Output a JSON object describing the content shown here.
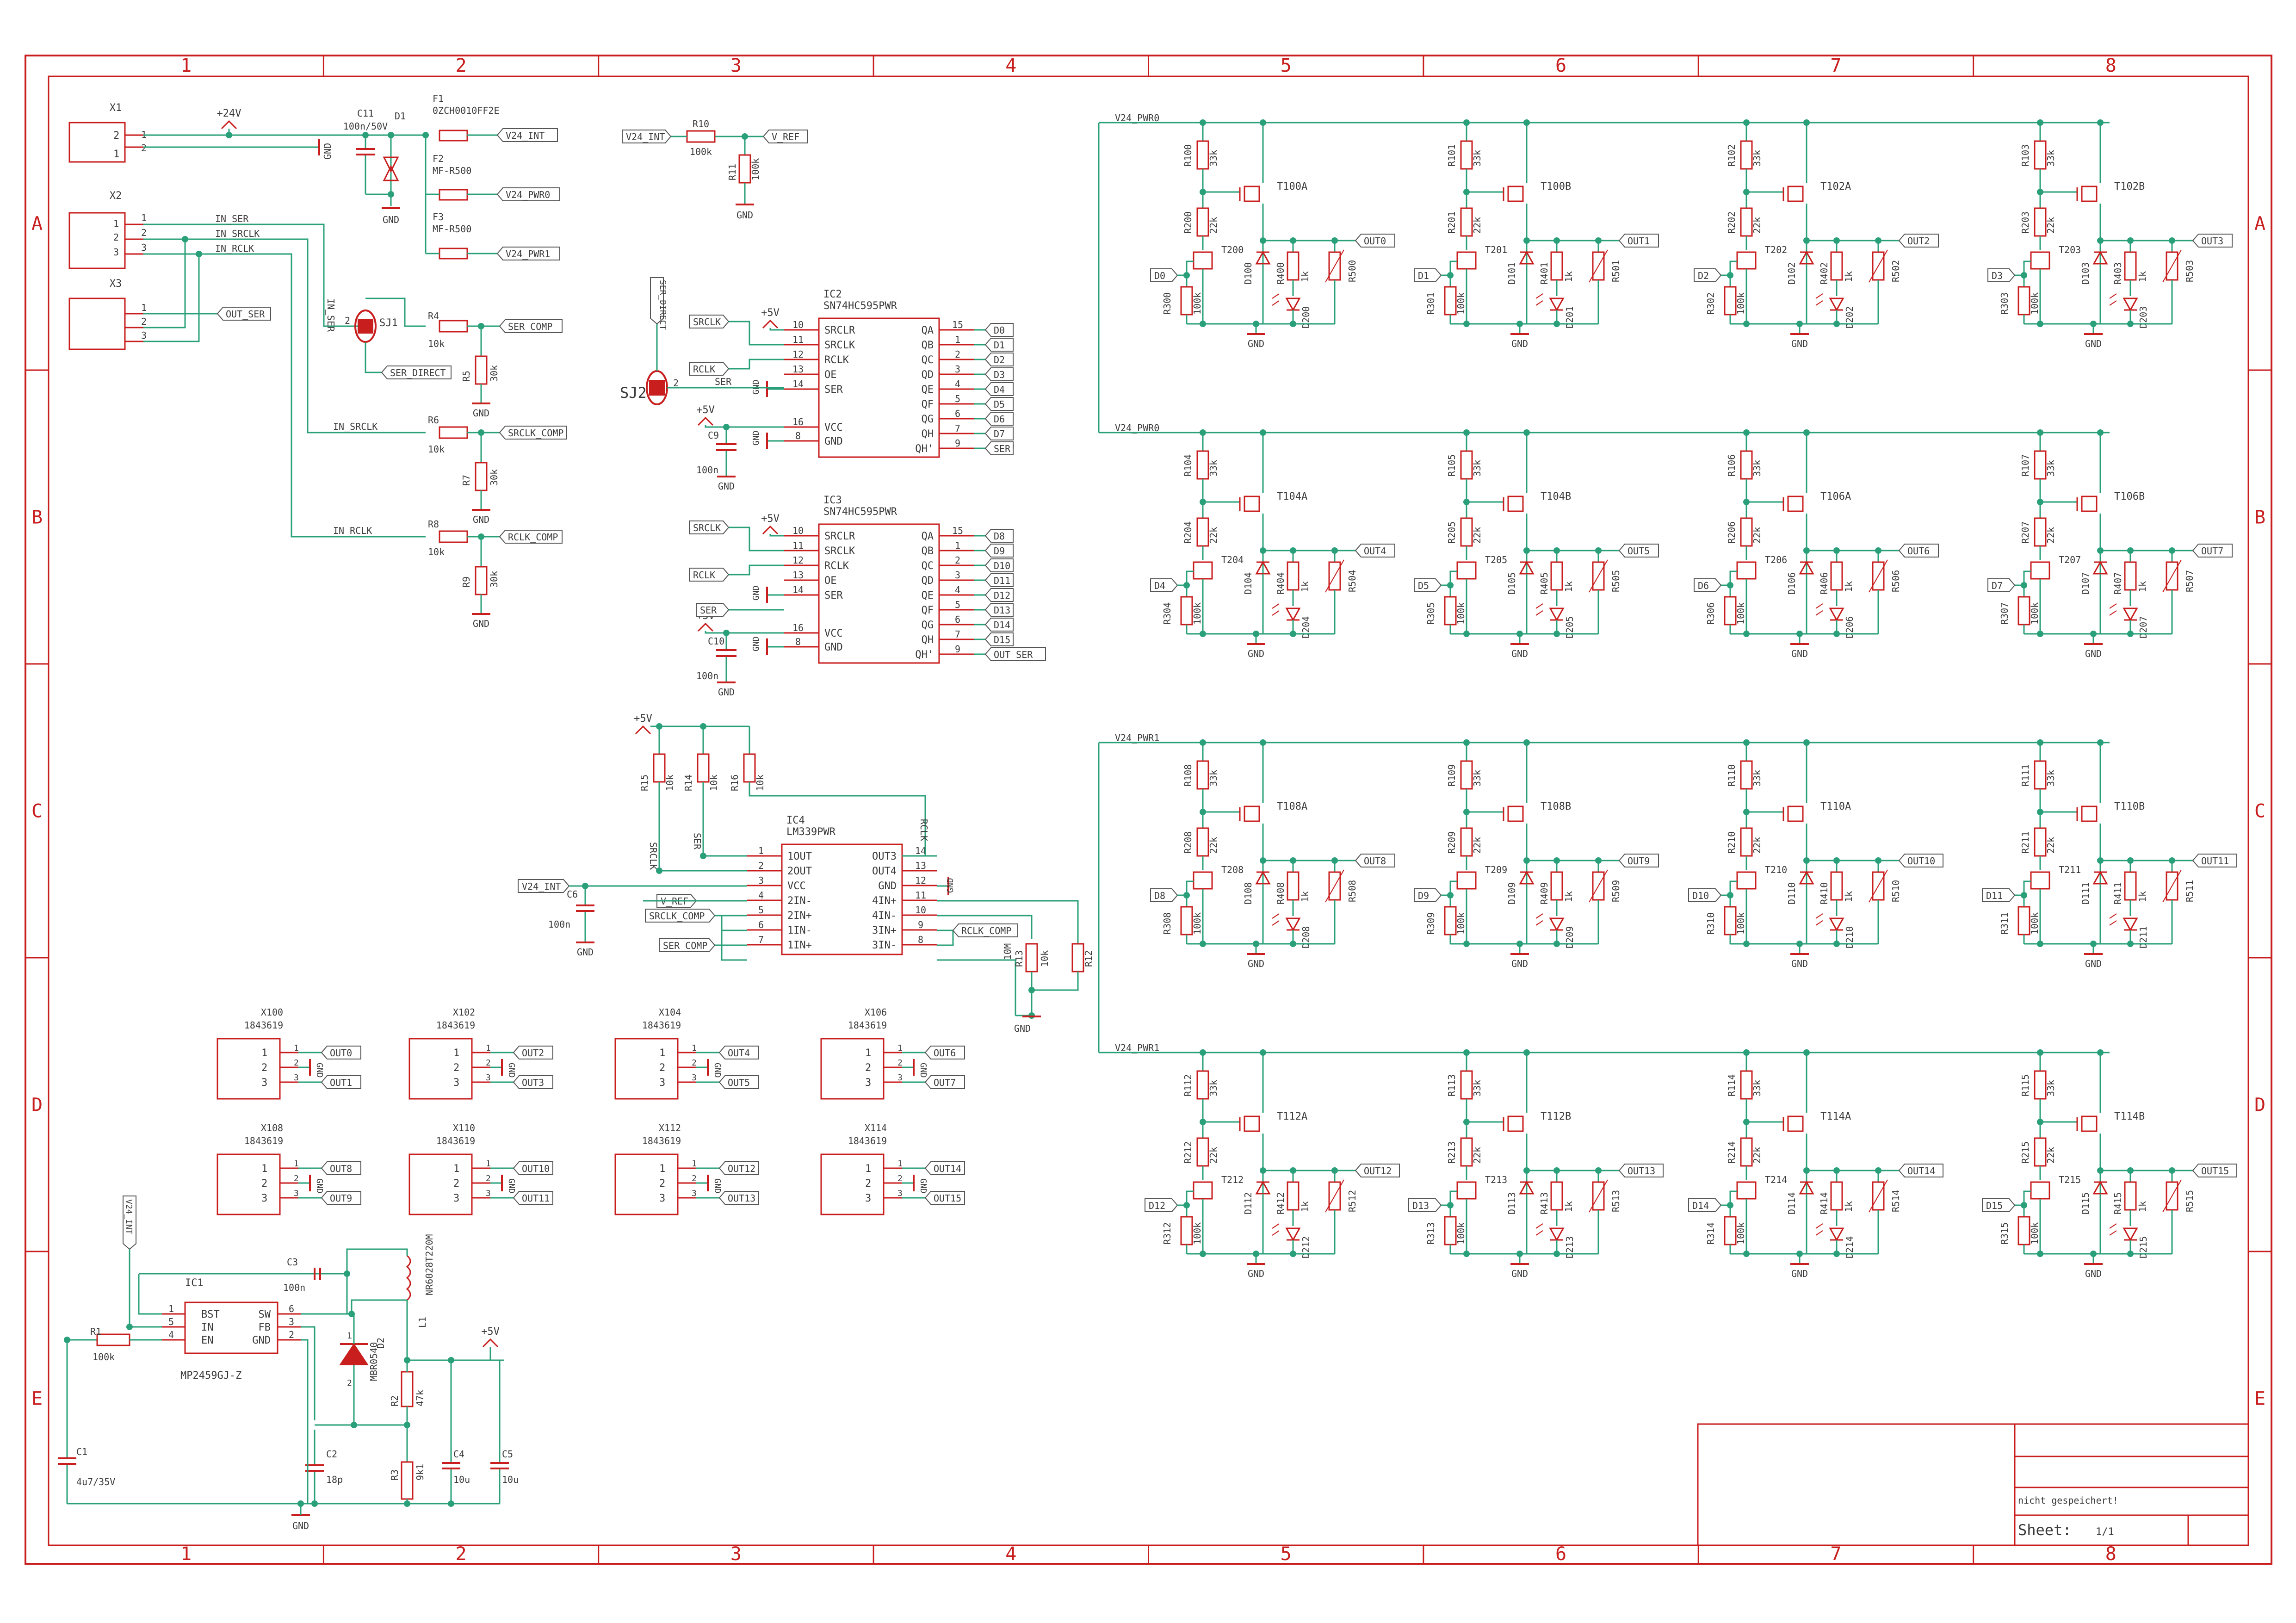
{
  "frame": {
    "columns": [
      "1",
      "2",
      "3",
      "4",
      "5",
      "6",
      "7",
      "8"
    ],
    "rows": [
      "A",
      "B",
      "C",
      "D",
      "E"
    ]
  },
  "title_block": {
    "status": "nicht gespeichert!",
    "sheet_label": "Sheet:",
    "sheet_value": "1/1"
  },
  "power_section": {
    "x1": "X1",
    "x2": "X2",
    "x3": "X3",
    "supply": "+24V",
    "c11": "C11",
    "c11_val": "100n/50V",
    "d1": "D1",
    "f1": "F1",
    "f1_val": "0ZCH0010FF2E",
    "f2": "F2",
    "f2_val": "MF-R500",
    "f3": "F3",
    "f3_val": "MF-R500",
    "net_int": "V24_INT",
    "net_pwr0": "V24_PWR0",
    "net_pwr1": "V24_PWR1",
    "gnd": "GND",
    "in_ser": "IN_SER",
    "in_srclk": "IN_SRCLK",
    "in_rclk": "IN_RCLK",
    "out_ser": "OUT_SER",
    "sj1": "SJ1",
    "sj2": "SJ2",
    "ser_direct": "SER_DIRECT",
    "r4": "R4",
    "r5": "R5",
    "r6": "R6",
    "r7": "R7",
    "r8": "R8",
    "r9": "R9",
    "v10k": "10k",
    "v30k": "30k",
    "ser_comp": "SER_COMP",
    "srclk_comp": "SRCLK_COMP",
    "rclk_comp": "RCLK_COMP",
    "r10": "R10",
    "r11": "R11",
    "v100k": "100k",
    "v_ref": "V_REF"
  },
  "shift_registers": {
    "ic2": "IC2",
    "ic3": "IC3",
    "part": "SN74HC595PWR",
    "left_pins": [
      {
        "num": "10",
        "name": "SRCLR"
      },
      {
        "num": "11",
        "name": "SRCLK"
      },
      {
        "num": "12",
        "name": "RCLK"
      },
      {
        "num": "13",
        "name": "OE"
      },
      {
        "num": "14",
        "name": "SER"
      }
    ],
    "right_pins": [
      {
        "num": "15",
        "name": "QA"
      },
      {
        "num": "1",
        "name": "QB"
      },
      {
        "num": "2",
        "name": "QC"
      },
      {
        "num": "3",
        "name": "QD"
      },
      {
        "num": "4",
        "name": "QE"
      },
      {
        "num": "5",
        "name": "QF"
      },
      {
        "num": "6",
        "name": "QG"
      },
      {
        "num": "7",
        "name": "QH"
      },
      {
        "num": "9",
        "name": "QH'"
      }
    ],
    "vcc": {
      "num": "16",
      "name": "VCC"
    },
    "gnd": {
      "num": "8",
      "name": "GND"
    },
    "ic2_outputs": [
      "D0",
      "D1",
      "D2",
      "D3",
      "D4",
      "D5",
      "D6",
      "D7",
      "SER'"
    ],
    "ic3_outputs": [
      "D8",
      "D9",
      "D10",
      "D11",
      "D12",
      "D13",
      "D14",
      "D15",
      "OUT_SER"
    ],
    "ic2_inputs": [
      "SRCLK",
      "RCLK"
    ],
    "ic3_inputs": [
      "SRCLK",
      "RCLK",
      "SER"
    ],
    "plus5": "+5V",
    "c9": "C9",
    "c10": "C10",
    "v100n": "100n",
    "ser": "SER"
  },
  "comparator": {
    "ic4": "IC4",
    "part": "LM339PWR",
    "left_pins": [
      {
        "num": "1",
        "name": "1OUT"
      },
      {
        "num": "2",
        "name": "2OUT"
      },
      {
        "num": "3",
        "name": "VCC"
      },
      {
        "num": "4",
        "name": "2IN-"
      },
      {
        "num": "5",
        "name": "2IN+"
      },
      {
        "num": "6",
        "name": "1IN-"
      },
      {
        "num": "7",
        "name": "1IN+"
      }
    ],
    "right_pins": [
      {
        "num": "14",
        "name": "OUT3"
      },
      {
        "num": "13",
        "name": "OUT4"
      },
      {
        "num": "12",
        "name": "GND"
      },
      {
        "num": "11",
        "name": "4IN+"
      },
      {
        "num": "10",
        "name": "4IN-"
      },
      {
        "num": "9",
        "name": "3IN+"
      },
      {
        "num": "8",
        "name": "3IN-"
      }
    ],
    "r14": "R14",
    "r15": "R15",
    "r16": "R16",
    "r13": "R13",
    "r12": "R12",
    "v10k": "10k",
    "v10m": "10M",
    "srclk": "SRCLK",
    "ser": "SER",
    "rclk": "RCLK",
    "c6": "C6",
    "v100n": "100n",
    "v24_int": "V24_INT",
    "v_ref": "V_REF",
    "srclk_comp": "SRCLK_COMP",
    "ser_comp": "SER_COMP",
    "rclk_comp": "RCLK_COMP",
    "plus5": "+5V",
    "gnd": "GND"
  },
  "connectors": {
    "part": "1843619",
    "items": [
      {
        "ref": "X100",
        "a": "OUT0",
        "b": "OUT1"
      },
      {
        "ref": "X102",
        "a": "OUT2",
        "b": "OUT3"
      },
      {
        "ref": "X104",
        "a": "OUT4",
        "b": "OUT5"
      },
      {
        "ref": "X106",
        "a": "OUT6",
        "b": "OUT7"
      },
      {
        "ref": "X108",
        "a": "OUT8",
        "b": "OUT9"
      },
      {
        "ref": "X110",
        "a": "OUT10",
        "b": "OUT11"
      },
      {
        "ref": "X112",
        "a": "OUT12",
        "b": "OUT13"
      },
      {
        "ref": "X114",
        "a": "OUT14",
        "b": "OUT15"
      }
    ],
    "gnd": "GND"
  },
  "buck": {
    "ic1": "IC1",
    "part": "MP2459GJ-Z",
    "left_pins": [
      {
        "num": "1",
        "name": "BST"
      },
      {
        "num": "5",
        "name": "IN"
      },
      {
        "num": "4",
        "name": "EN"
      }
    ],
    "right_pins": [
      {
        "num": "6",
        "name": "SW"
      },
      {
        "num": "3",
        "name": "FB"
      },
      {
        "num": "2",
        "name": "GND"
      }
    ],
    "c3": "C3",
    "c3_val": "100n",
    "l1": "L1",
    "l1_val": "NR6028T220M",
    "d2": "D2",
    "d2_val": "MBR0540",
    "r1": "R1",
    "r1_val": "100k",
    "r2": "R2",
    "r2_val": "47k",
    "r3": "R3",
    "r3_val": "9k1",
    "c1": "C1",
    "c1_val": "4u7/35V",
    "c2": "C2",
    "c2_val": "18p",
    "c4": "C4",
    "c4_val": "10u",
    "c5": "C5",
    "c5_val": "10u",
    "v24_int": "V24_INT",
    "plus5": "+5V",
    "gnd": "GND"
  },
  "channels": {
    "v30": "100k",
    "v33": "33k",
    "v22": "22k",
    "v1k": "1k",
    "gnd": "GND",
    "rails": [
      "V24_PWR0",
      "V24_PWR0",
      "V24_PWR1",
      "V24_PWR1"
    ],
    "items": [
      {
        "r_top": "R100",
        "r_mid": "R200",
        "r_bot": "R300",
        "t": "T100A",
        "tb": "T200",
        "d": "D100",
        "rl": "R400",
        "led": "D200",
        "tv": "R500",
        "in": "D0",
        "out": "OUT0"
      },
      {
        "r_top": "R101",
        "r_mid": "R201",
        "r_bot": "R301",
        "t": "T100B",
        "tb": "T201",
        "d": "D101",
        "rl": "R401",
        "led": "D201",
        "tv": "R501",
        "in": "D1",
        "out": "OUT1"
      },
      {
        "r_top": "R102",
        "r_mid": "R202",
        "r_bot": "R302",
        "t": "T102A",
        "tb": "T202",
        "d": "D102",
        "rl": "R402",
        "led": "D202",
        "tv": "R502",
        "in": "D2",
        "out": "OUT2"
      },
      {
        "r_top": "R103",
        "r_mid": "R203",
        "r_bot": "R303",
        "t": "T102B",
        "tb": "T203",
        "d": "D103",
        "rl": "R403",
        "led": "D203",
        "tv": "R503",
        "in": "D3",
        "out": "OUT3"
      },
      {
        "r_top": "R104",
        "r_mid": "R204",
        "r_bot": "R304",
        "t": "T104A",
        "tb": "T204",
        "d": "D104",
        "rl": "R404",
        "led": "D204",
        "tv": "R504",
        "in": "D4",
        "out": "OUT4"
      },
      {
        "r_top": "R105",
        "r_mid": "R205",
        "r_bot": "R305",
        "t": "T104B",
        "tb": "T205",
        "d": "D105",
        "rl": "R405",
        "led": "D205",
        "tv": "R505",
        "in": "D5",
        "out": "OUT5"
      },
      {
        "r_top": "R106",
        "r_mid": "R206",
        "r_bot": "R306",
        "t": "T106A",
        "tb": "T206",
        "d": "D106",
        "rl": "R406",
        "led": "D206",
        "tv": "R506",
        "in": "D6",
        "out": "OUT6"
      },
      {
        "r_top": "R107",
        "r_mid": "R207",
        "r_bot": "R307",
        "t": "T106B",
        "tb": "T207",
        "d": "D107",
        "rl": "R407",
        "led": "D207",
        "tv": "R507",
        "in": "D7",
        "out": "OUT7"
      },
      {
        "r_top": "R108",
        "r_mid": "R208",
        "r_bot": "R308",
        "t": "T108A",
        "tb": "T208",
        "d": "D108",
        "rl": "R408",
        "led": "D208",
        "tv": "R508",
        "in": "D8",
        "out": "OUT8"
      },
      {
        "r_top": "R109",
        "r_mid": "R209",
        "r_bot": "R309",
        "t": "T108B",
        "tb": "T209",
        "d": "D109",
        "rl": "R409",
        "led": "D209",
        "tv": "R509",
        "in": "D9",
        "out": "OUT9"
      },
      {
        "r_top": "R110",
        "r_mid": "R210",
        "r_bot": "R310",
        "t": "T110A",
        "tb": "T210",
        "d": "D110",
        "rl": "R410",
        "led": "D210",
        "tv": "R510",
        "in": "D10",
        "out": "OUT10"
      },
      {
        "r_top": "R111",
        "r_mid": "R211",
        "r_bot": "R311",
        "t": "T110B",
        "tb": "T211",
        "d": "D111",
        "rl": "R411",
        "led": "D211",
        "tv": "R511",
        "in": "D11",
        "out": "OUT11"
      },
      {
        "r_top": "R112",
        "r_mid": "R212",
        "r_bot": "R312",
        "t": "T112A",
        "tb": "T212",
        "d": "D112",
        "rl": "R412",
        "led": "D212",
        "tv": "R512",
        "in": "D12",
        "out": "OUT12"
      },
      {
        "r_top": "R113",
        "r_mid": "R213",
        "r_bot": "R313",
        "t": "T112B",
        "tb": "T213",
        "d": "D113",
        "rl": "R413",
        "led": "D213",
        "tv": "R513",
        "in": "D13",
        "out": "OUT13"
      },
      {
        "r_top": "R114",
        "r_mid": "R214",
        "r_bot": "R314",
        "t": "T114A",
        "tb": "T214",
        "d": "D114",
        "rl": "R414",
        "led": "D214",
        "tv": "R514",
        "in": "D14",
        "out": "OUT14"
      },
      {
        "r_top": "R115",
        "r_mid": "R215",
        "r_bot": "R315",
        "t": "T114B",
        "tb": "T215",
        "d": "D115",
        "rl": "R415",
        "led": "D215",
        "tv": "R515",
        "in": "D15",
        "out": "OUT15"
      }
    ]
  }
}
